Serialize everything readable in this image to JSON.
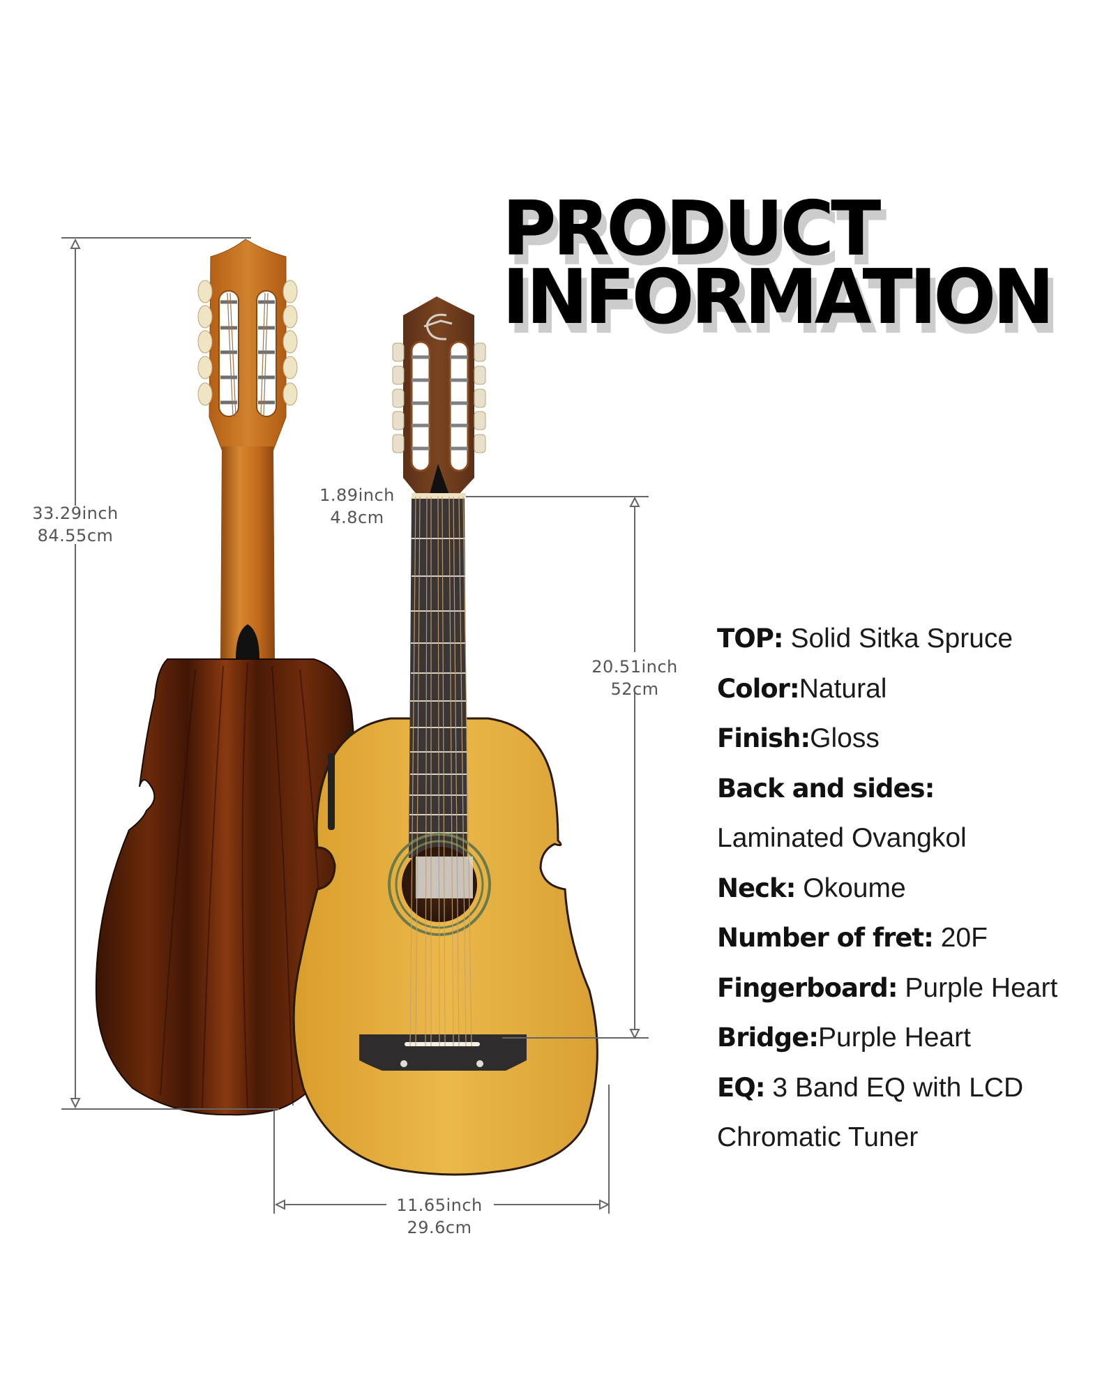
{
  "heading": {
    "line1": "PRODUCT",
    "line2": "INFORMATION",
    "shadow_color": "#cccccc"
  },
  "dimensions": {
    "total_length": {
      "inch": "33.29inch",
      "cm": "84.55cm"
    },
    "nut_width": {
      "inch": "1.89inch",
      "cm": "4.8cm"
    },
    "scale_length": {
      "inch": "20.51inch",
      "cm": "52cm"
    },
    "body_width": {
      "inch": "11.65inch",
      "cm": "29.6cm"
    }
  },
  "specs": [
    {
      "key": "TOP:",
      "value": " Solid Sitka Spruce"
    },
    {
      "key": "Color:",
      "value": "Natural"
    },
    {
      "key": "Finish:",
      "value": "Gloss"
    },
    {
      "key": "Back and sides:",
      "value": ""
    },
    {
      "key": "",
      "value": "Laminated Ovangkol"
    },
    {
      "key": "Neck:",
      "value": " Okoume"
    },
    {
      "key": "Number of fret:",
      "value": " 20F"
    },
    {
      "key": "Fingerboard:",
      "value": " Purple Heart"
    },
    {
      "key": "Bridge:",
      "value": "Purple Heart"
    },
    {
      "key": "EQ:",
      "value": " 3 Band EQ with LCD"
    },
    {
      "key": "",
      "value": "Chromatic Tuner"
    }
  ],
  "colors": {
    "back_wood": "#5a2208",
    "neck_wood": "#c36f1f",
    "top_spruce": "#e3ad3b",
    "fretboard": "#3d3a3a",
    "dimension_line": "#666666"
  }
}
